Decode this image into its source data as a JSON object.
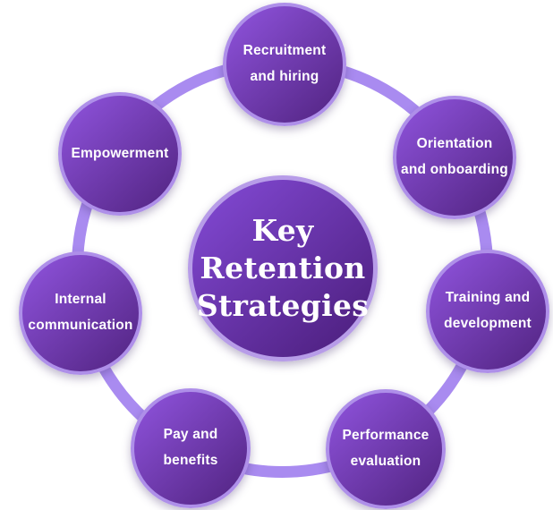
{
  "background": "#ffffff",
  "colors": {
    "ring": "#a98bf0",
    "node-border": "#ae8fe9",
    "node-grad-start": "#8b50d7",
    "node-grad-end": "#572889",
    "center-grad-start": "#8148d2",
    "center-grad-end": "#4e2080",
    "text": "#ffffff"
  },
  "center": {
    "label": "Key Retention Strategies",
    "lines": [
      "Key",
      "Retention",
      "Strategies"
    ]
  },
  "nodes": [
    {
      "label": "Recruitment and hiring",
      "lines": [
        "Recruitment",
        "and hiring"
      ]
    },
    {
      "label": "Orientation and onboarding",
      "lines": [
        "Orientation",
        "and onboarding"
      ]
    },
    {
      "label": "Training and development",
      "lines": [
        "Training and",
        "development"
      ]
    },
    {
      "label": "Performance evaluation",
      "lines": [
        "Performance",
        "evaluation"
      ]
    },
    {
      "label": "Pay and benefits",
      "lines": [
        "Pay and",
        "benefits"
      ]
    },
    {
      "label": "Internal communication",
      "lines": [
        "Internal",
        "communication"
      ]
    },
    {
      "label": "Empowerment",
      "lines": [
        "Empowerment"
      ]
    }
  ]
}
